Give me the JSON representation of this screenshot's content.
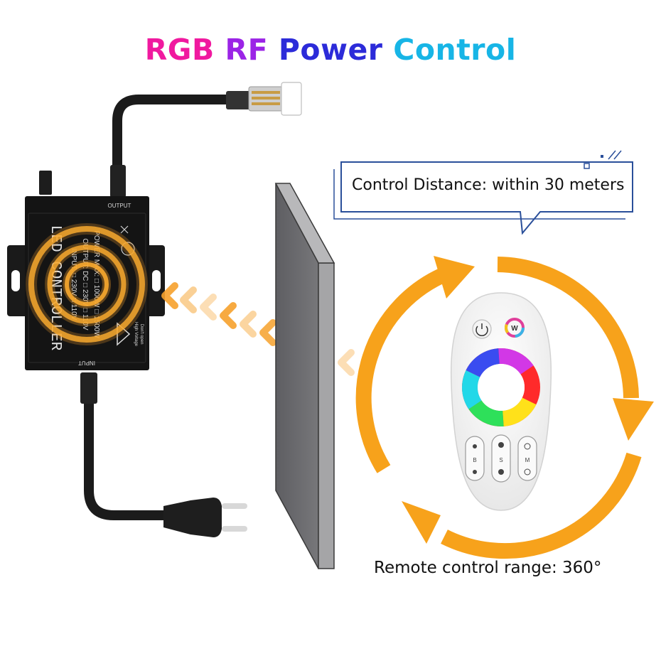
{
  "title": {
    "words": [
      {
        "text": "RGB",
        "color": "#f0199f"
      },
      {
        "text": " RF",
        "color": "#9b24e6"
      },
      {
        "text": " Power",
        "color": "#2c2bd9"
      },
      {
        "text": " Control",
        "color": "#17b5e6"
      }
    ]
  },
  "callout": {
    "distance": "Control Distance: within 30 meters"
  },
  "range_caption": "Remote control range: 360°",
  "controller": {
    "output_label": "OUTPUT",
    "input_label": "INPUT",
    "panel_title": "LED CONTROLLER",
    "spec_lines": [
      "INPUT: □ 230V □ 110V",
      "OUTPUT: DC □ 230V □ 110V",
      "POWER MAX: □ 1000W □ 1500W"
    ],
    "warning_text": [
      "High Voltage",
      "Don't open"
    ]
  },
  "remote": {
    "buttons": [
      {
        "icon": "power-icon",
        "label": ""
      },
      {
        "icon": "white-mode-icon",
        "label": "W"
      },
      {
        "icon": "brightness-icon",
        "label": "B"
      },
      {
        "icon": "speed-icon",
        "label": "S"
      },
      {
        "icon": "mode-icon",
        "label": "M"
      }
    ]
  },
  "colors": {
    "accent_orange": "#f7a21b",
    "glow_orange": "#f6a12c",
    "callout_border": "#2a4f9a",
    "wall_front": "#6b6b6e",
    "wall_side": "#9a9a9c",
    "controller_body": "#141414"
  }
}
